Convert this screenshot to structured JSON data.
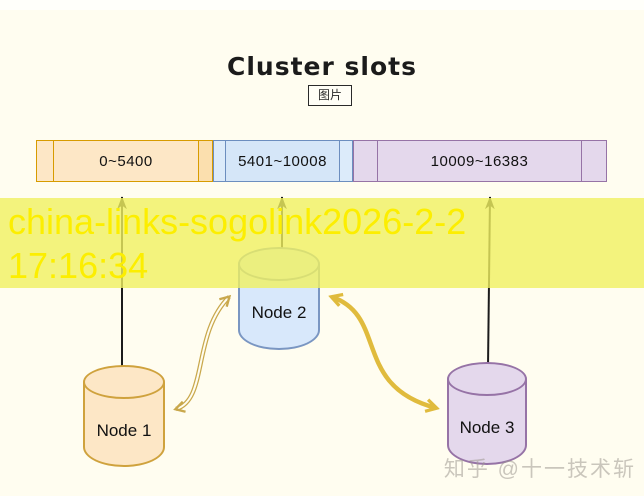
{
  "title": "Cluster slots",
  "image_badge": "图片",
  "slot_bar": {
    "segments": [
      {
        "label": "0~5400",
        "fill": "#fde7c6",
        "stroke": "#d79b00"
      },
      {
        "label": "5401~10008",
        "fill": "#d5e6f8",
        "stroke": "#6c8ebf"
      },
      {
        "label": "10009~16383",
        "fill": "#e4d8ec",
        "stroke": "#9673a6"
      }
    ]
  },
  "nodes": [
    {
      "label": "Node 1",
      "fill": "#fde7c6",
      "stroke": "#cfa23d"
    },
    {
      "label": "Node 2",
      "fill": "#d8e8fb",
      "stroke": "#7a96c2"
    },
    {
      "label": "Node 3",
      "fill": "#e4d8ec",
      "stroke": "#9673a6"
    }
  ],
  "arrows": {
    "slot_arrow_color": "#1b1b1b",
    "link_arrow_color_thin": "#c9a84c",
    "link_arrow_color_thick": "#e0bb3d"
  },
  "watermark_overlay": {
    "line1": "china-links-sogolink2026-2-2",
    "line2": "17:16:34",
    "text_color": "#fcee00",
    "band_color": "#f0f060"
  },
  "watermark_footer": {
    "text": "知乎 @十一技术斩",
    "color": "#9e9992"
  },
  "background_color": "#fffdf0"
}
